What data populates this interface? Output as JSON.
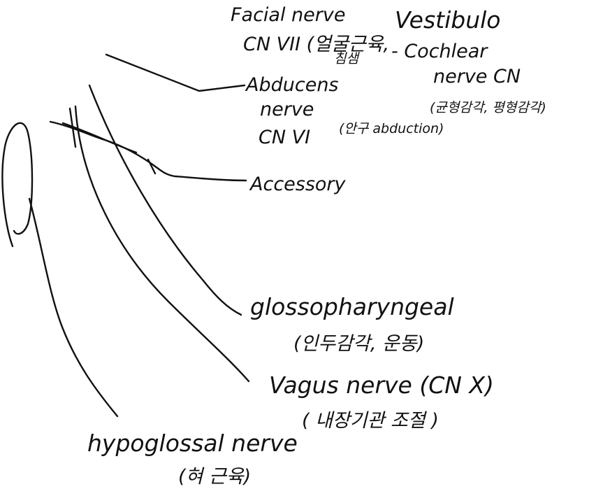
{
  "labels": {
    "facial_line1": "Facial nerve",
    "facial_line2": "CN VII (얼굴근육,",
    "facial_line3": "침샘",
    "vestibulo_line1": "Vestibulo",
    "vestibulo_line2": "- Cochlear",
    "vestibulo_line3": "nerve CN",
    "vestibulo_line4": "(균형감각, 평형감각)",
    "abducens_line1": "Abducens",
    "abducens_line2": "nerve",
    "abducens_line3": "CN VI",
    "abducens_note": "(안구 abduction)",
    "accessory": "Accessory",
    "glosso_line1": "glossopharyngeal",
    "glosso_line2": "(인두감각, 운동)",
    "vagus_line1": "Vagus nerve (CN X)",
    "vagus_line2": "( 내장기관 조절 )",
    "hypo_line1": "hypoglossal nerve",
    "hypo_line2": "(혀 근육)"
  },
  "colors": {
    "ink": "#111111",
    "paper": "#ffffff"
  }
}
